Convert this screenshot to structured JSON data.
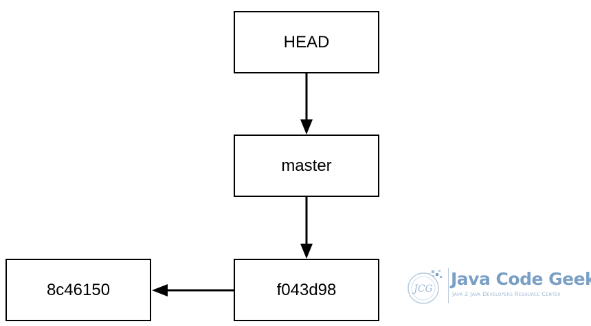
{
  "diagram": {
    "nodes": {
      "head": "HEAD",
      "master": "master",
      "commit_current": "f043d98",
      "commit_parent": "8c46150"
    },
    "edges": [
      {
        "from": "head",
        "to": "master"
      },
      {
        "from": "master",
        "to": "commit_current"
      },
      {
        "from": "commit_current",
        "to": "commit_parent"
      }
    ],
    "colors": {
      "stroke": "#000000",
      "node_fill": "#ffffff"
    }
  },
  "watermark": {
    "seal_text": "JCG",
    "title": "Java Code Geeks",
    "subtitle": "Java 2 Java Developers Resource Center",
    "color": "#7a9fc4"
  }
}
